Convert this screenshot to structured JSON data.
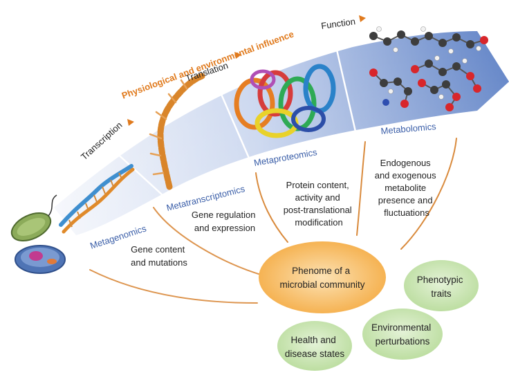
{
  "influence_label": "Physiological and environmental influence",
  "steps": {
    "transcription": "Transcription",
    "translation": "Translation",
    "function": "Function"
  },
  "omics": {
    "metagenomics": "Metagenomics",
    "metatranscriptomics": "Metatranscriptomics",
    "metaproteomics": "Metaproteomics",
    "metabolomics": "Metabolomics"
  },
  "descriptions": {
    "gene_content": [
      "Gene content",
      "and mutations"
    ],
    "gene_regulation": [
      "Gene regulation",
      "and expression"
    ],
    "protein_content": [
      "Protein content,",
      "activity and",
      "post-translational",
      "modification"
    ],
    "metabolite": [
      "Endogenous",
      "and exogenous",
      "metabolite",
      "presence and",
      "fluctuations"
    ]
  },
  "central_node": [
    "Phenome of a",
    "microbial community"
  ],
  "outcome_nodes": {
    "phenotypic_traits": [
      "Phenotypic",
      "traits"
    ],
    "environmental_perturbations": [
      "Environmental",
      "perturbations"
    ],
    "health_disease": [
      "Health and",
      "disease states"
    ]
  },
  "colors": {
    "band_light": "#eef2fa",
    "band_dark": "#5f82c6",
    "omics_text": "#3a5ea8",
    "influence_text": "#e07a1d",
    "connector": "#d98a3c",
    "central_fill": "#f6b24e",
    "outcome_fill": "#c8e3b0"
  }
}
